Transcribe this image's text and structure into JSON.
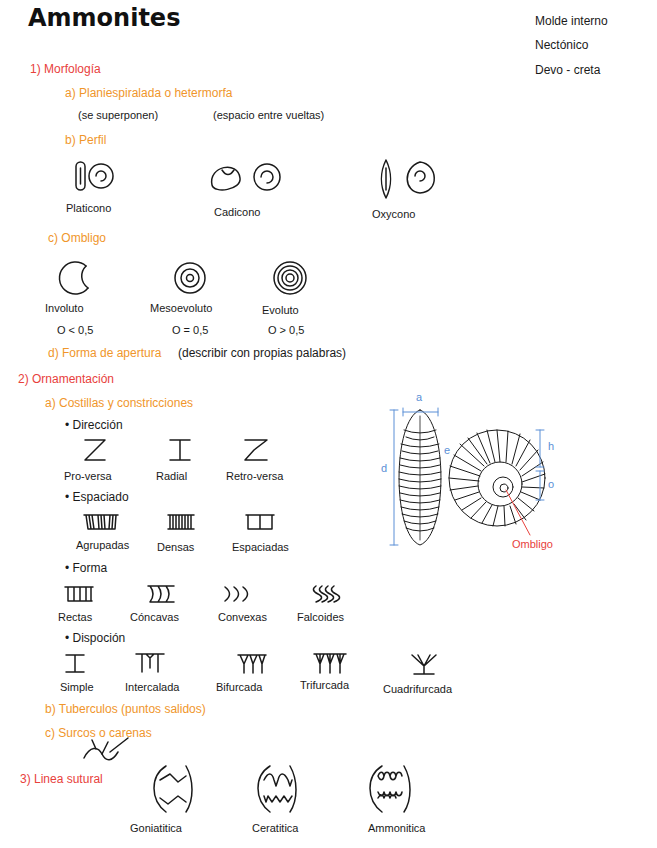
{
  "diagram": {
    "title": "Ammonites",
    "labels": [
      "Molde interno",
      "Nectónico",
      "Devo - creta",
      "1) Morfología",
      "a) Planiespiralada o hetermorfa",
      "(se superponen)",
      "(espacio entre vueltas)",
      "b) Perfil",
      "Platicono",
      "Cadicono",
      "Oxycono",
      "c) Ombligo",
      "Involuto",
      "Mesoevoluto",
      "Evoluto",
      "O < 0,5",
      "O = 0,5",
      "O > 0,5",
      "d) Forma de apertura",
      "(describir con propias palabras)",
      "2) Ornamentación",
      "a) Costillas y constricciones",
      "• Dirección",
      "Pro-versa",
      "Radial",
      "Retro-versa",
      "• Espaciado",
      "Agrupadas",
      "Densas",
      "Espaciadas",
      "• Forma",
      "Rectas",
      "Cóncavas",
      "Convexas",
      "Falcoides",
      "• Dispoción",
      "Simple",
      "Intercalada",
      "Bifurcada",
      "Trifurcada",
      "Cuadrifurcada",
      "b) Tuberculos (puntos salidos)",
      "c) Surcos o carenas",
      "3) Linea sutural",
      "Goniatitica",
      "Ceratitica",
      "Ammonitica",
      "a",
      "d",
      "e",
      "h",
      "o",
      "Ombligo"
    ]
  }
}
